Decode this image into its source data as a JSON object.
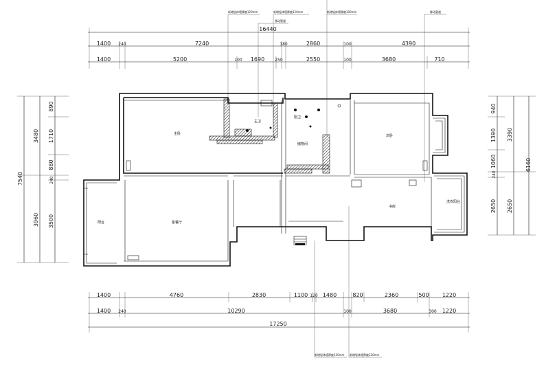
{
  "top": {
    "callouts": [
      "新增轻体墙厚度120mm",
      "新增轻体墙厚度120mm",
      "新增轻体墙厚度100mm",
      "移动管道",
      "移动管道"
    ],
    "total": "16440",
    "row1": [
      "1400",
      "240",
      "7240",
      "180",
      "2860",
      "100",
      "4390"
    ],
    "row2": [
      "1400",
      "5200",
      "100",
      "1690",
      "250",
      "2550",
      "100",
      "3680",
      "710"
    ]
  },
  "bottom": {
    "row1": [
      "1400",
      "4760",
      "2830",
      "1100",
      "120",
      "1480",
      "820",
      "2360",
      "500",
      "1220"
    ],
    "row2": [
      "1400",
      "240",
      "10290",
      "100",
      "3680",
      "300",
      "1220"
    ],
    "total": "17250",
    "callouts": [
      "新增轻体墙厚度120mm",
      "新增轻体墙厚度120mm"
    ]
  },
  "left": {
    "total": "7540",
    "outer": [
      "3480",
      "3960"
    ],
    "inner": [
      "890",
      "1710",
      "880",
      "240",
      "3500"
    ]
  },
  "right": {
    "total": "6160",
    "outer": [
      "3390",
      "2650"
    ],
    "inner": [
      "940",
      "1390",
      "1060",
      "240",
      "2650"
    ]
  },
  "rooms": {
    "master_bedroom": "主卧",
    "bath": "主卫",
    "kitchen": "厨卫",
    "second_bedroom": "次卧",
    "storage": "储物间",
    "balcony": "阳台",
    "living_dining": "客餐厅",
    "study": "书房",
    "laundry_balcony": "洗衣阳台"
  }
}
